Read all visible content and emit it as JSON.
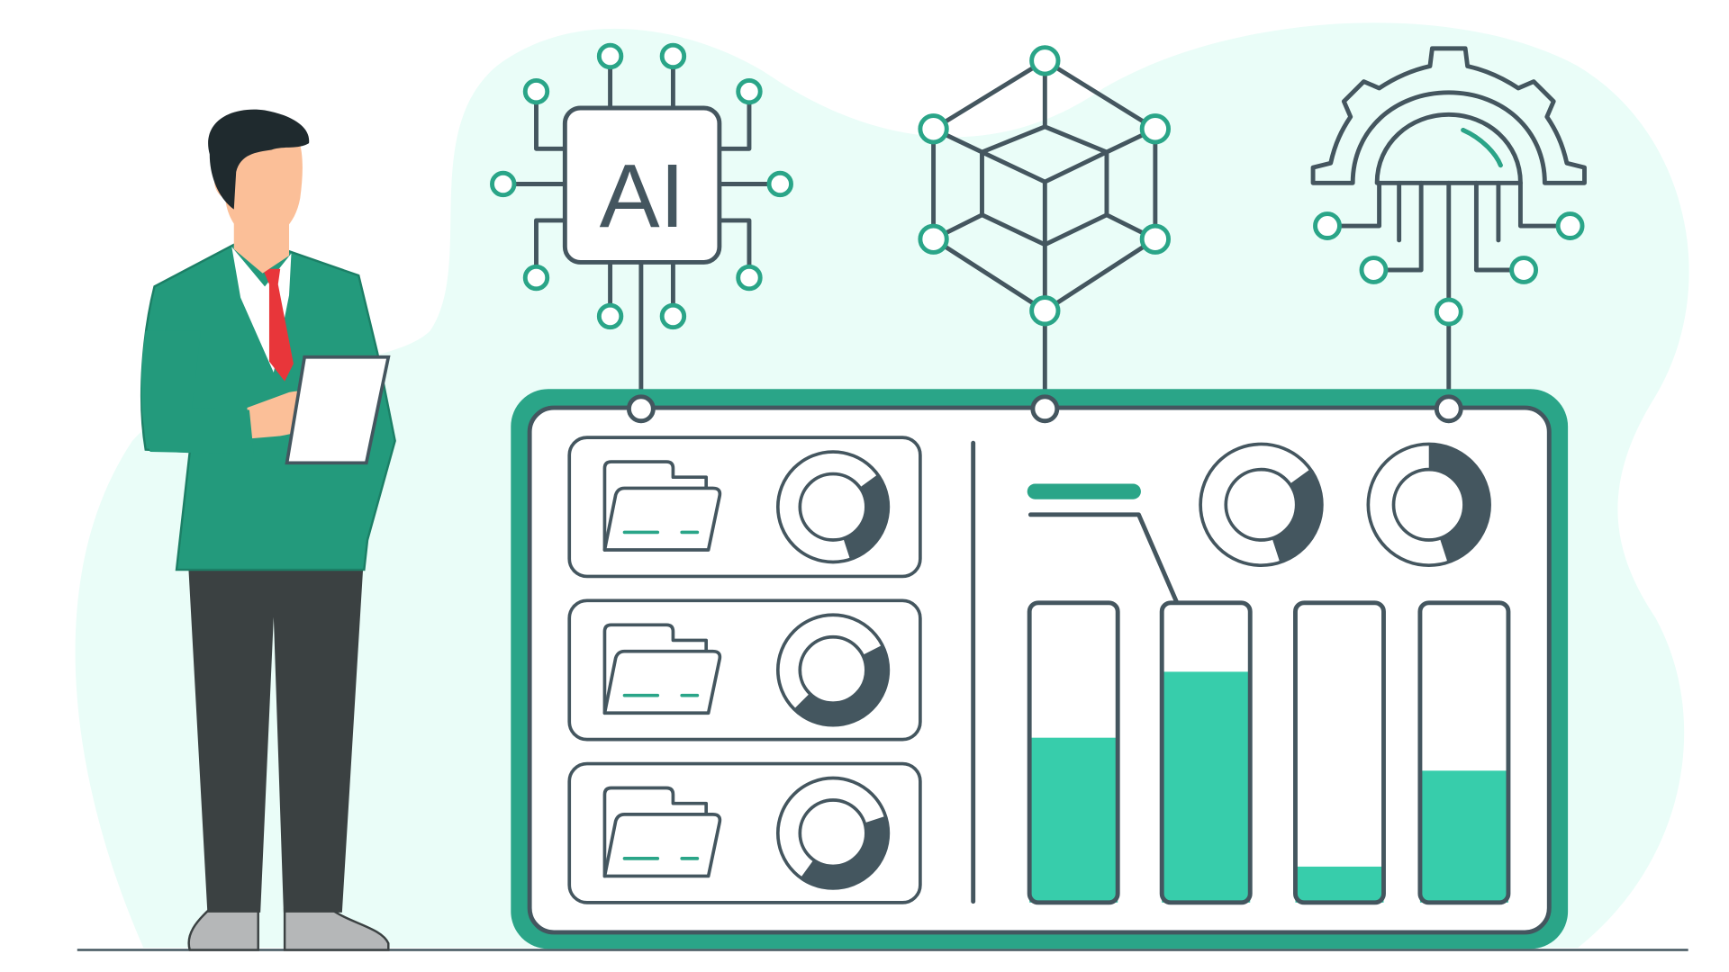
{
  "illustration": {
    "ai_chip_label": "AI",
    "colors": {
      "accent": "#2aa588",
      "bar_fill": "#37cdab",
      "outline": "#44565f",
      "background_blob": "#eafdf8",
      "jacket": "#239a7c",
      "tie": "#e8363a",
      "skin": "#fbbf98",
      "pants": "#3b4142"
    },
    "icons": [
      "ai-chip-icon",
      "network-cube-icon",
      "gear-circuit-icon",
      "folder-icon"
    ],
    "panel": {
      "file_rows": [
        {
          "donut_fraction": 0.3
        },
        {
          "donut_fraction": 0.45
        },
        {
          "donut_fraction": 0.4
        }
      ],
      "gauges": [
        {
          "donut_fraction": 0.3
        },
        {
          "donut_fraction": 0.45
        }
      ],
      "bars": [
        {
          "level": 0.55
        },
        {
          "level": 0.77
        },
        {
          "level": 0.12
        },
        {
          "level": 0.44
        }
      ]
    }
  }
}
